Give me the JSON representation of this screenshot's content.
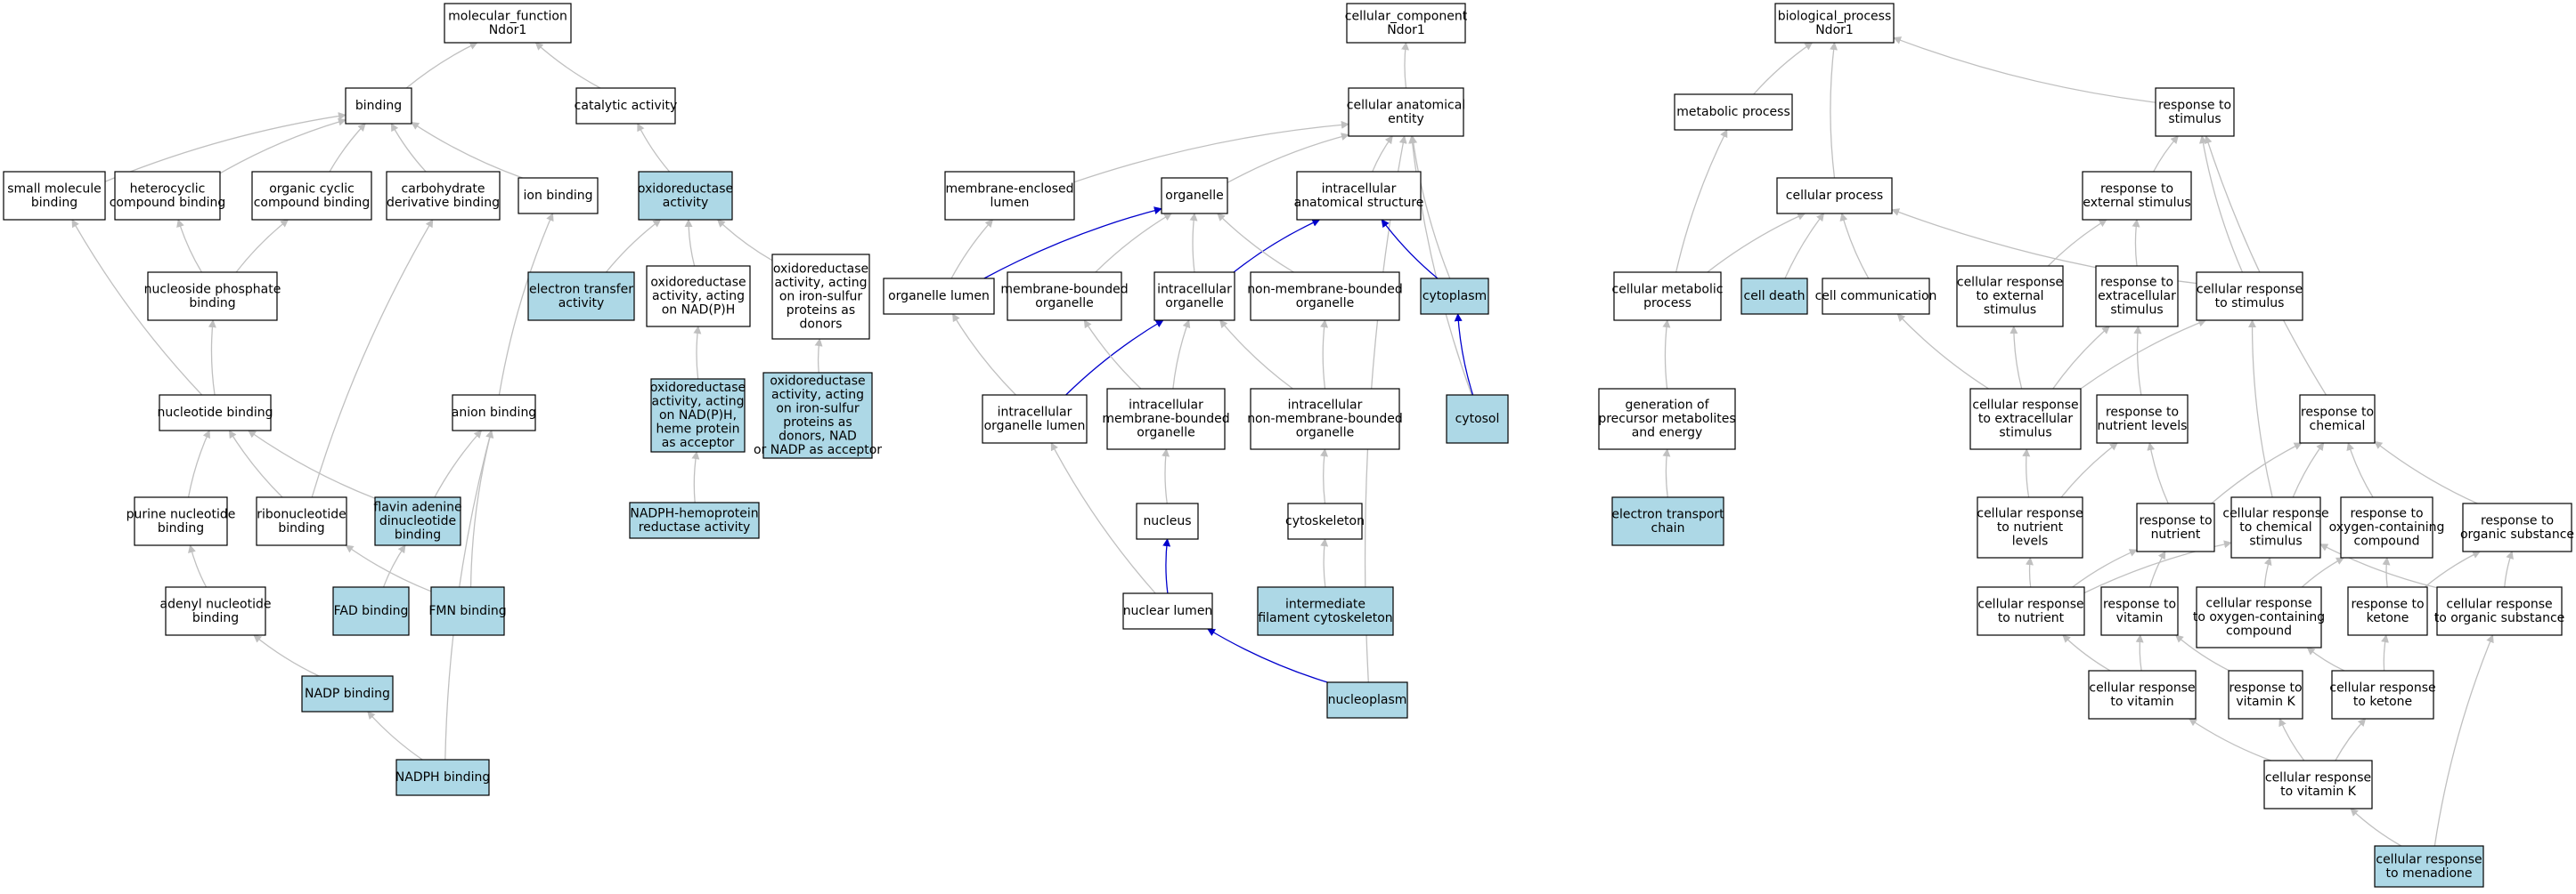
{
  "colors": {
    "plain_fill": "#ffffff",
    "annotated_fill": "#add8e6",
    "node_border": "#000000",
    "edge_gray": "#c0c0c0",
    "edge_blue": "#0000cd"
  },
  "nodes": {
    "mf_root": {
      "lines": [
        "molecular_function",
        "Ndor1"
      ],
      "annotated": false
    },
    "binding": {
      "lines": [
        "binding"
      ],
      "annotated": false
    },
    "catalytic": {
      "lines": [
        "catalytic activity"
      ],
      "annotated": false
    },
    "small_mol": {
      "lines": [
        "small molecule",
        "binding"
      ],
      "annotated": false
    },
    "heterocyclic": {
      "lines": [
        "heterocyclic",
        "compound binding"
      ],
      "annotated": false
    },
    "organic_cyclic": {
      "lines": [
        "organic cyclic",
        "compound binding"
      ],
      "annotated": false
    },
    "carbohydrate": {
      "lines": [
        "carbohydrate",
        "derivative binding"
      ],
      "annotated": false
    },
    "ion_binding": {
      "lines": [
        "ion binding"
      ],
      "annotated": false
    },
    "oxidoreductase": {
      "lines": [
        "oxidoreductase",
        "activity"
      ],
      "annotated": true
    },
    "electron_transfer": {
      "lines": [
        "electron transfer",
        "activity"
      ],
      "annotated": true
    },
    "oxido_nadph": {
      "lines": [
        "oxidoreductase",
        "activity, acting",
        "on NAD(P)H"
      ],
      "annotated": false
    },
    "oxido_fes": {
      "lines": [
        "oxidoreductase",
        "activity, acting",
        "on iron-sulfur",
        "proteins as",
        "donors"
      ],
      "annotated": false
    },
    "oxido_heme": {
      "lines": [
        "oxidoreductase",
        "activity, acting",
        "on NAD(P)H,",
        "heme protein",
        "as acceptor"
      ],
      "annotated": true
    },
    "oxido_fes_nad": {
      "lines": [
        "oxidoreductase",
        "activity, acting",
        "on iron-sulfur",
        "proteins as",
        "donors, NAD",
        "or NADP as acceptor"
      ],
      "annotated": true
    },
    "nadph_hemo": {
      "lines": [
        "NADPH-hemoprotein",
        "reductase activity"
      ],
      "annotated": true
    },
    "nucleoside_phos": {
      "lines": [
        "nucleoside phosphate",
        "binding"
      ],
      "annotated": false
    },
    "nucleotide": {
      "lines": [
        "nucleotide binding"
      ],
      "annotated": false
    },
    "anion": {
      "lines": [
        "anion binding"
      ],
      "annotated": false
    },
    "purine_nuc": {
      "lines": [
        "purine nucleotide",
        "binding"
      ],
      "annotated": false
    },
    "ribonuc": {
      "lines": [
        "ribonucleotide",
        "binding"
      ],
      "annotated": false
    },
    "flavin": {
      "lines": [
        "flavin adenine",
        "dinucleotide",
        "binding"
      ],
      "annotated": true
    },
    "adenyl": {
      "lines": [
        "adenyl nucleotide",
        "binding"
      ],
      "annotated": false
    },
    "fad": {
      "lines": [
        "FAD binding"
      ],
      "annotated": true
    },
    "fmn": {
      "lines": [
        "FMN binding"
      ],
      "annotated": true
    },
    "nadp": {
      "lines": [
        "NADP binding"
      ],
      "annotated": true
    },
    "nadph_binding": {
      "lines": [
        "NADPH binding"
      ],
      "annotated": true
    },
    "cc_root": {
      "lines": [
        "cellular_component",
        "Ndor1"
      ],
      "annotated": false
    },
    "anat_entity": {
      "lines": [
        "cellular anatomical",
        "entity"
      ],
      "annotated": false
    },
    "mem_lumen": {
      "lines": [
        "membrane-enclosed",
        "lumen"
      ],
      "annotated": false
    },
    "organelle": {
      "lines": [
        "organelle"
      ],
      "annotated": false
    },
    "intra_anat": {
      "lines": [
        "intracellular",
        "anatomical structure"
      ],
      "annotated": false
    },
    "org_lumen": {
      "lines": [
        "organelle lumen"
      ],
      "annotated": false
    },
    "mem_bound": {
      "lines": [
        "membrane-bounded",
        "organelle"
      ],
      "annotated": false
    },
    "intra_org": {
      "lines": [
        "intracellular",
        "organelle"
      ],
      "annotated": false
    },
    "non_mem": {
      "lines": [
        "non-membrane-bounded",
        "organelle"
      ],
      "annotated": false
    },
    "cytoplasm": {
      "lines": [
        "cytoplasm"
      ],
      "annotated": true
    },
    "intra_org_lumen": {
      "lines": [
        "intracellular",
        "organelle lumen"
      ],
      "annotated": false
    },
    "intra_mem_bound": {
      "lines": [
        "intracellular",
        "membrane-bounded",
        "organelle"
      ],
      "annotated": false
    },
    "intra_non_mem": {
      "lines": [
        "intracellular",
        "non-membrane-bounded",
        "organelle"
      ],
      "annotated": false
    },
    "cytosol": {
      "lines": [
        "cytosol"
      ],
      "annotated": true
    },
    "nucleus": {
      "lines": [
        "nucleus"
      ],
      "annotated": false
    },
    "cytoskeleton": {
      "lines": [
        "cytoskeleton"
      ],
      "annotated": false
    },
    "nuc_lumen": {
      "lines": [
        "nuclear lumen"
      ],
      "annotated": false
    },
    "int_filament": {
      "lines": [
        "intermediate",
        "filament cytoskeleton"
      ],
      "annotated": true
    },
    "nucleoplasm": {
      "lines": [
        "nucleoplasm"
      ],
      "annotated": true
    },
    "bp_root": {
      "lines": [
        "biological_process",
        "Ndor1"
      ],
      "annotated": false
    },
    "metabolic": {
      "lines": [
        "metabolic process"
      ],
      "annotated": false
    },
    "resp_stim": {
      "lines": [
        "response to",
        "stimulus"
      ],
      "annotated": false
    },
    "cell_process": {
      "lines": [
        "cellular process"
      ],
      "annotated": false
    },
    "resp_ext": {
      "lines": [
        "response to",
        "external stimulus"
      ],
      "annotated": false
    },
    "cell_metab": {
      "lines": [
        "cellular metabolic",
        "process"
      ],
      "annotated": false
    },
    "cell_death": {
      "lines": [
        "cell death"
      ],
      "annotated": true
    },
    "cell_comm": {
      "lines": [
        "cell communication"
      ],
      "annotated": false
    },
    "cr_ext": {
      "lines": [
        "cellular response",
        "to external",
        "stimulus"
      ],
      "annotated": false
    },
    "resp_extra": {
      "lines": [
        "response to",
        "extracellular",
        "stimulus"
      ],
      "annotated": false
    },
    "cr_stim": {
      "lines": [
        "cellular response",
        "to stimulus"
      ],
      "annotated": false
    },
    "gen_precursor": {
      "lines": [
        "generation of",
        "precursor metabolites",
        "and energy"
      ],
      "annotated": false
    },
    "cr_extra": {
      "lines": [
        "cellular response",
        "to extracellular",
        "stimulus"
      ],
      "annotated": false
    },
    "resp_nut_levels": {
      "lines": [
        "response to",
        "nutrient levels"
      ],
      "annotated": false
    },
    "resp_chem": {
      "lines": [
        "response to",
        "chemical"
      ],
      "annotated": false
    },
    "etc": {
      "lines": [
        "electron transport",
        "chain"
      ],
      "annotated": true
    },
    "cr_nut_levels": {
      "lines": [
        "cellular response",
        "to nutrient",
        "levels"
      ],
      "annotated": false
    },
    "resp_nutrient": {
      "lines": [
        "response to",
        "nutrient"
      ],
      "annotated": false
    },
    "cr_chem": {
      "lines": [
        "cellular response",
        "to chemical",
        "stimulus"
      ],
      "annotated": false
    },
    "resp_oxy": {
      "lines": [
        "response to",
        "oxygen-containing",
        "compound"
      ],
      "annotated": false
    },
    "resp_organic": {
      "lines": [
        "response to",
        "organic substance"
      ],
      "annotated": false
    },
    "cr_nutrient": {
      "lines": [
        "cellular response",
        "to nutrient"
      ],
      "annotated": false
    },
    "resp_vitamin": {
      "lines": [
        "response to",
        "vitamin"
      ],
      "annotated": false
    },
    "cr_oxy": {
      "lines": [
        "cellular response",
        "to oxygen-containing",
        "compound"
      ],
      "annotated": false
    },
    "resp_ketone": {
      "lines": [
        "response to",
        "ketone"
      ],
      "annotated": false
    },
    "cr_organic": {
      "lines": [
        "cellular response",
        "to organic substance"
      ],
      "annotated": false
    },
    "cr_vitamin": {
      "lines": [
        "cellular response",
        "to vitamin"
      ],
      "annotated": false
    },
    "resp_vitk": {
      "lines": [
        "response to",
        "vitamin K"
      ],
      "annotated": false
    },
    "cr_ketone": {
      "lines": [
        "cellular response",
        "to ketone"
      ],
      "annotated": false
    },
    "cr_vitk": {
      "lines": [
        "cellular response",
        "to vitamin K"
      ],
      "annotated": false
    },
    "cr_menadione": {
      "lines": [
        "cellular response",
        "to menadione"
      ],
      "annotated": true
    }
  },
  "edges": [
    [
      "binding",
      "mf_root",
      "gray"
    ],
    [
      "catalytic",
      "mf_root",
      "gray"
    ],
    [
      "small_mol",
      "binding",
      "gray"
    ],
    [
      "heterocyclic",
      "binding",
      "gray"
    ],
    [
      "organic_cyclic",
      "binding",
      "gray"
    ],
    [
      "carbohydrate",
      "binding",
      "gray"
    ],
    [
      "ion_binding",
      "binding",
      "gray"
    ],
    [
      "oxidoreductase",
      "catalytic",
      "gray"
    ],
    [
      "electron_transfer",
      "oxidoreductase",
      "gray"
    ],
    [
      "oxido_nadph",
      "oxidoreductase",
      "gray"
    ],
    [
      "oxido_fes",
      "oxidoreductase",
      "gray"
    ],
    [
      "oxido_heme",
      "oxido_nadph",
      "gray"
    ],
    [
      "oxido_fes_nad",
      "oxido_fes",
      "gray"
    ],
    [
      "nadph_hemo",
      "oxido_heme",
      "gray"
    ],
    [
      "nucleoside_phos",
      "heterocyclic",
      "gray"
    ],
    [
      "nucleoside_phos",
      "organic_cyclic",
      "gray"
    ],
    [
      "nucleotide",
      "small_mol",
      "gray"
    ],
    [
      "nucleotide",
      "nucleoside_phos",
      "gray"
    ],
    [
      "anion",
      "ion_binding",
      "gray"
    ],
    [
      "purine_nuc",
      "nucleotide",
      "gray"
    ],
    [
      "ribonuc",
      "nucleotide",
      "gray"
    ],
    [
      "ribonuc",
      "carbohydrate",
      "gray"
    ],
    [
      "flavin",
      "nucleotide",
      "gray"
    ],
    [
      "flavin",
      "anion",
      "gray"
    ],
    [
      "adenyl",
      "purine_nuc",
      "gray"
    ],
    [
      "fad",
      "flavin",
      "gray"
    ],
    [
      "fmn",
      "ribonuc",
      "gray"
    ],
    [
      "fmn",
      "anion",
      "gray"
    ],
    [
      "nadp",
      "adenyl",
      "gray"
    ],
    [
      "nadph_binding",
      "nadp",
      "gray"
    ],
    [
      "nadph_binding",
      "anion",
      "gray"
    ],
    [
      "anat_entity",
      "cc_root",
      "gray"
    ],
    [
      "mem_lumen",
      "anat_entity",
      "gray"
    ],
    [
      "organelle",
      "anat_entity",
      "gray"
    ],
    [
      "intra_anat",
      "anat_entity",
      "gray"
    ],
    [
      "cytoplasm",
      "anat_entity",
      "gray"
    ],
    [
      "cytosol",
      "anat_entity",
      "gray"
    ],
    [
      "nucleoplasm",
      "anat_entity",
      "gray"
    ],
    [
      "org_lumen",
      "mem_lumen",
      "gray"
    ],
    [
      "org_lumen",
      "organelle",
      "blue"
    ],
    [
      "mem_bound",
      "organelle",
      "gray"
    ],
    [
      "intra_org",
      "organelle",
      "gray"
    ],
    [
      "intra_org",
      "intra_anat",
      "blue"
    ],
    [
      "non_mem",
      "organelle",
      "gray"
    ],
    [
      "cytoplasm",
      "intra_anat",
      "blue"
    ],
    [
      "intra_org_lumen",
      "org_lumen",
      "gray"
    ],
    [
      "intra_org_lumen",
      "intra_org",
      "blue"
    ],
    [
      "intra_mem_bound",
      "mem_bound",
      "gray"
    ],
    [
      "intra_mem_bound",
      "intra_org",
      "gray"
    ],
    [
      "intra_non_mem",
      "intra_org",
      "gray"
    ],
    [
      "intra_non_mem",
      "non_mem",
      "gray"
    ],
    [
      "cytosol",
      "cytoplasm",
      "blue"
    ],
    [
      "nucleus",
      "intra_mem_bound",
      "gray"
    ],
    [
      "cytoskeleton",
      "intra_non_mem",
      "gray"
    ],
    [
      "nuc_lumen",
      "intra_org_lumen",
      "gray"
    ],
    [
      "nuc_lumen",
      "nucleus",
      "blue"
    ],
    [
      "int_filament",
      "cytoskeleton",
      "gray"
    ],
    [
      "nucleoplasm",
      "nuc_lumen",
      "blue"
    ],
    [
      "metabolic",
      "bp_root",
      "gray"
    ],
    [
      "cell_process",
      "bp_root",
      "gray"
    ],
    [
      "resp_stim",
      "bp_root",
      "gray"
    ],
    [
      "resp_ext",
      "resp_stim",
      "gray"
    ],
    [
      "cell_metab",
      "metabolic",
      "gray"
    ],
    [
      "cell_metab",
      "cell_process",
      "gray"
    ],
    [
      "cell_death",
      "cell_process",
      "gray"
    ],
    [
      "cell_comm",
      "cell_process",
      "gray"
    ],
    [
      "cr_ext",
      "resp_ext",
      "gray"
    ],
    [
      "resp_extra",
      "resp_ext",
      "gray"
    ],
    [
      "cr_stim",
      "cell_process",
      "gray"
    ],
    [
      "cr_stim",
      "resp_stim",
      "gray"
    ],
    [
      "gen_precursor",
      "cell_metab",
      "gray"
    ],
    [
      "cr_extra",
      "cell_comm",
      "gray"
    ],
    [
      "cr_extra",
      "cr_ext",
      "gray"
    ],
    [
      "cr_extra",
      "resp_extra",
      "gray"
    ],
    [
      "cr_extra",
      "cr_stim",
      "gray"
    ],
    [
      "resp_nut_levels",
      "resp_extra",
      "gray"
    ],
    [
      "resp_chem",
      "resp_stim",
      "gray"
    ],
    [
      "etc",
      "gen_precursor",
      "gray"
    ],
    [
      "cr_nut_levels",
      "cr_extra",
      "gray"
    ],
    [
      "cr_nut_levels",
      "resp_nut_levels",
      "gray"
    ],
    [
      "resp_nutrient",
      "resp_nut_levels",
      "gray"
    ],
    [
      "resp_nutrient",
      "resp_chem",
      "gray"
    ],
    [
      "cr_chem",
      "cr_stim",
      "gray"
    ],
    [
      "cr_chem",
      "resp_chem",
      "gray"
    ],
    [
      "resp_oxy",
      "resp_chem",
      "gray"
    ],
    [
      "resp_organic",
      "resp_chem",
      "gray"
    ],
    [
      "cr_nutrient",
      "cr_nut_levels",
      "gray"
    ],
    [
      "cr_nutrient",
      "resp_nutrient",
      "gray"
    ],
    [
      "cr_nutrient",
      "cr_chem",
      "gray"
    ],
    [
      "resp_vitamin",
      "resp_nutrient",
      "gray"
    ],
    [
      "cr_oxy",
      "cr_chem",
      "gray"
    ],
    [
      "cr_oxy",
      "resp_oxy",
      "gray"
    ],
    [
      "resp_ketone",
      "resp_oxy",
      "gray"
    ],
    [
      "resp_ketone",
      "resp_organic",
      "gray"
    ],
    [
      "cr_organic",
      "cr_chem",
      "gray"
    ],
    [
      "cr_organic",
      "resp_organic",
      "gray"
    ],
    [
      "cr_vitamin",
      "cr_nutrient",
      "gray"
    ],
    [
      "cr_vitamin",
      "resp_vitamin",
      "gray"
    ],
    [
      "resp_vitk",
      "resp_vitamin",
      "gray"
    ],
    [
      "cr_ketone",
      "cr_oxy",
      "gray"
    ],
    [
      "cr_ketone",
      "resp_ketone",
      "gray"
    ],
    [
      "cr_vitk",
      "cr_vitamin",
      "gray"
    ],
    [
      "cr_vitk",
      "resp_vitk",
      "gray"
    ],
    [
      "cr_vitk",
      "cr_ketone",
      "gray"
    ],
    [
      "cr_menadione",
      "cr_vitk",
      "gray"
    ],
    [
      "cr_menadione",
      "cr_organic",
      "gray"
    ]
  ]
}
